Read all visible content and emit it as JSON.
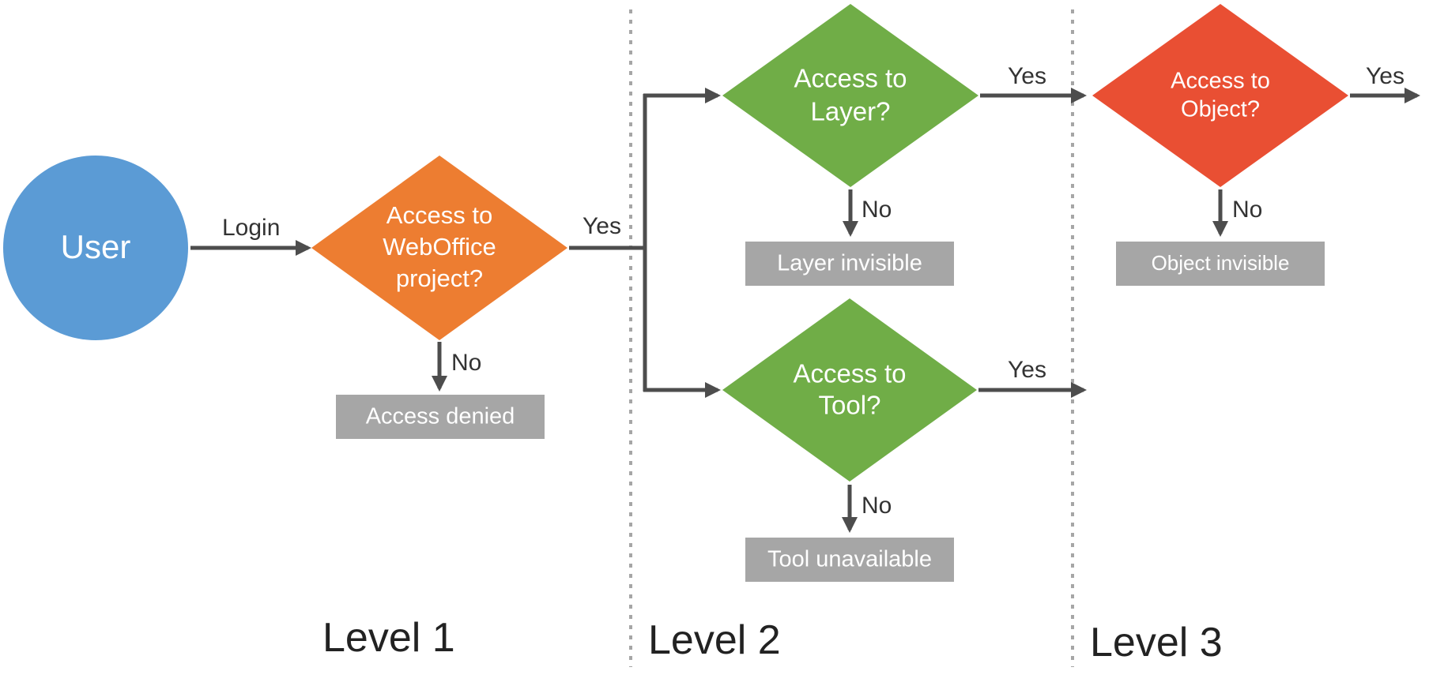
{
  "colors": {
    "user": "#5b9bd5",
    "level1_decision": "#ed7d31",
    "level2_decision": "#70ad47",
    "level3_decision": "#e94f33",
    "outcome_box": "#a6a6a6",
    "connector": "#4d4d4d",
    "divider": "#a6a6a6"
  },
  "nodes": {
    "user": "User",
    "project_decision": [
      "Access to",
      "WebOffice",
      "project?"
    ],
    "layer_decision": [
      "Access to",
      "Layer?"
    ],
    "tool_decision": [
      "Access to",
      "Tool?"
    ],
    "object_decision": [
      "Access to",
      "Object?"
    ],
    "access_denied": "Access denied",
    "layer_invisible": "Layer invisible",
    "tool_unavailable": "Tool unavailable",
    "object_invisible": "Object invisible"
  },
  "edges": {
    "login": "Login",
    "project_yes": "Yes",
    "project_no": "No",
    "layer_yes": "Yes",
    "layer_no": "No",
    "tool_yes": "Yes",
    "tool_no": "No",
    "object_yes": "Yes",
    "object_no": "No"
  },
  "levels": {
    "level1": "Level 1",
    "level2": "Level 2",
    "level3": "Level 3"
  }
}
